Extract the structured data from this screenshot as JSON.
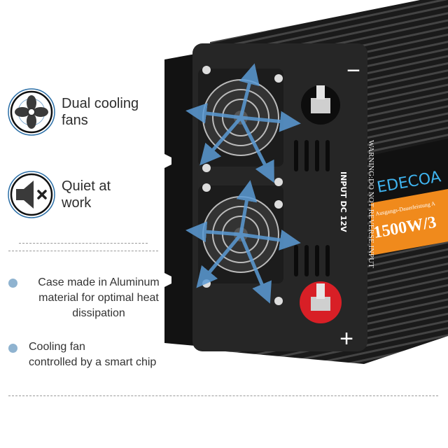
{
  "features": [
    {
      "icon": "fan-icon",
      "line1": "Dual cooling",
      "line2": "fans"
    },
    {
      "icon": "speaker-mute-icon",
      "line1": "Quiet at",
      "line2": "work"
    }
  ],
  "bullets": [
    {
      "lines": [
        "Case made in Aluminum",
        "material for optimal heat",
        "dissipation"
      ]
    },
    {
      "lines": [
        "Cooling fan",
        "controlled by a smart chip"
      ]
    }
  ],
  "product": {
    "brand": "EDECOA",
    "label_line": "Ausgangs-Dauerleistung  A",
    "power": "1500W/3",
    "input": "INPUT DC 12V",
    "warning": "WARNING:DO NOT REVERSE INPUT",
    "minus": "−",
    "plus": "+"
  },
  "colors": {
    "accent": "#2a6ea6",
    "bullet": "#8fb3d0",
    "label_orange": "#f08a1c",
    "brand_blue": "#3fb4f0",
    "terminal_red": "#d81f26",
    "arrow_blue": "#5b9bd5"
  }
}
